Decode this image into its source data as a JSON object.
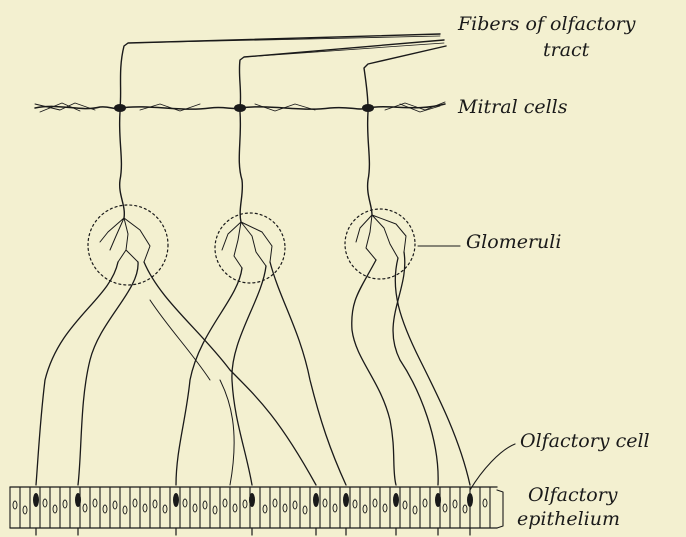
{
  "labels": {
    "fibers_line1": "Fibers of olfactory",
    "fibers_line2": "tract",
    "mitral_cells": "Mitral cells",
    "glomeruli": "Glomeruli",
    "olfactory_cell": "Olfactory cell",
    "olfactory_epithelium_line1": "Olfactory",
    "olfactory_epithelium_line2": "epithelium"
  },
  "colors": {
    "background": "#f3f0d0",
    "ink": "#1a1a1a"
  }
}
